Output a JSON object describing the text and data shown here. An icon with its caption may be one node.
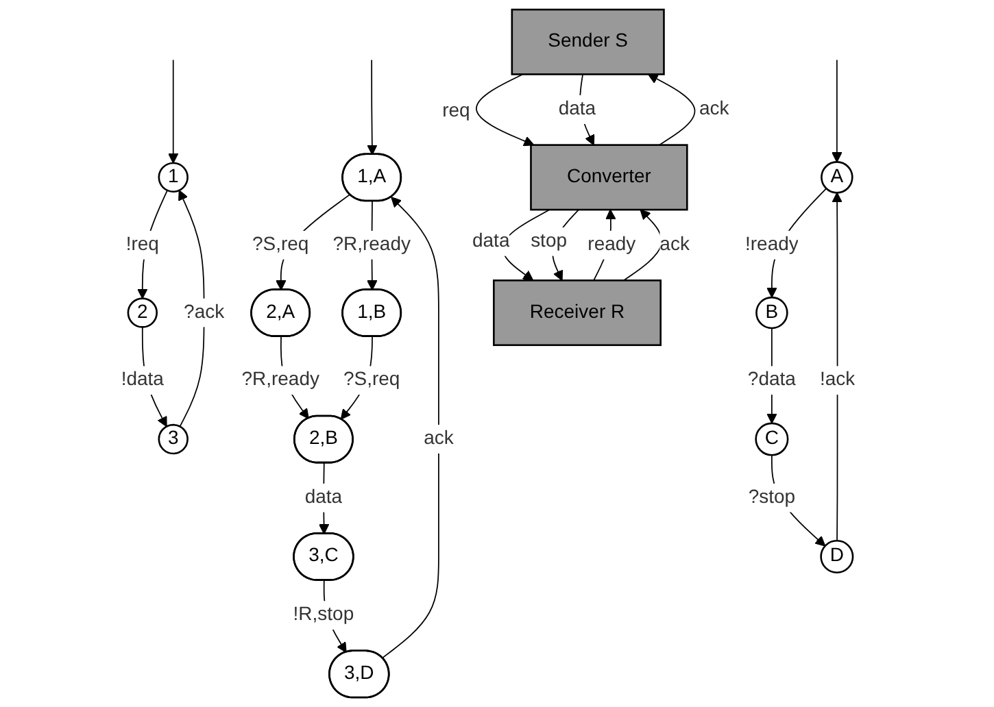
{
  "diagram": {
    "nodes": [
      {
        "text": [
          "1"
        ]
      },
      {
        "text": [
          "2"
        ]
      },
      {
        "text": [
          "3"
        ]
      },
      {
        "text": [
          "1,A"
        ]
      },
      {
        "text": [
          "2,A"
        ]
      },
      {
        "text": [
          "1,B"
        ]
      },
      {
        "text": [
          "3,D"
        ]
      },
      {
        "text": [
          "2,B"
        ]
      },
      {
        "text": [
          "3,C"
        ]
      },
      {
        "text": [
          "A"
        ]
      },
      {
        "text": [
          "B"
        ]
      },
      {
        "text": [
          "C"
        ]
      },
      {
        "text": [
          "D"
        ]
      },
      {
        "text": [
          "Sender S"
        ]
      },
      {
        "text": [
          "Converter"
        ]
      },
      {
        "text": [
          "Receiver R"
        ]
      }
    ],
    "edges": [
      {
        "from": null,
        "to": 0,
        "arrow": "to"
      },
      {
        "from": 0,
        "to": 1,
        "arrow": "to",
        "label": "!req"
      },
      {
        "from": 1,
        "to": 2,
        "arrow": "to",
        "label": "!data"
      },
      {
        "from": 2,
        "to": 0,
        "arrow": "to",
        "label": "?ack"
      },
      {
        "from": null,
        "to": 3,
        "arrow": "to"
      },
      {
        "from": 3,
        "to": 4,
        "arrow": "to",
        "label": "?S,req"
      },
      {
        "from": 3,
        "to": 5,
        "arrow": "to",
        "label": "?R,ready"
      },
      {
        "from": 4,
        "to": 7,
        "arrow": "to",
        "label": "?R,ready"
      },
      {
        "from": 5,
        "to": 7,
        "arrow": "to",
        "label": "?S,req"
      },
      {
        "from": 7,
        "to": 8,
        "arrow": "to",
        "label": "data"
      },
      {
        "from": 8,
        "to": 6,
        "arrow": "to",
        "label": "!R,stop"
      },
      {
        "from": 6,
        "to": 3,
        "arrow": "to",
        "label": "ack"
      },
      {
        "from": null,
        "to": 9,
        "arrow": "to"
      },
      {
        "from": 9,
        "to": 10,
        "arrow": "to",
        "label": "!ready"
      },
      {
        "from": 10,
        "to": 11,
        "arrow": "to",
        "label": "?data"
      },
      {
        "from": 11,
        "to": 12,
        "arrow": "to",
        "label": "?stop"
      },
      {
        "from": 12,
        "to": 9,
        "arrow": "to",
        "label": "!ack"
      },
      {
        "from": 13,
        "to": 14,
        "arrow": "to",
        "label": "req"
      },
      {
        "from": 13,
        "to": 14,
        "arrow": "to",
        "label": "data"
      },
      {
        "from": 14,
        "to": 13,
        "arrow": "to",
        "label": "ack"
      },
      {
        "from": 15,
        "to": 14,
        "arrow": "to",
        "label": "ready"
      },
      {
        "from": 14,
        "to": 15,
        "arrow": "to",
        "label": "data"
      },
      {
        "from": 14,
        "to": 15,
        "arrow": "to",
        "label": "stop"
      },
      {
        "from": 15,
        "to": 14,
        "arrow": "to",
        "label": "ack"
      }
    ]
  }
}
